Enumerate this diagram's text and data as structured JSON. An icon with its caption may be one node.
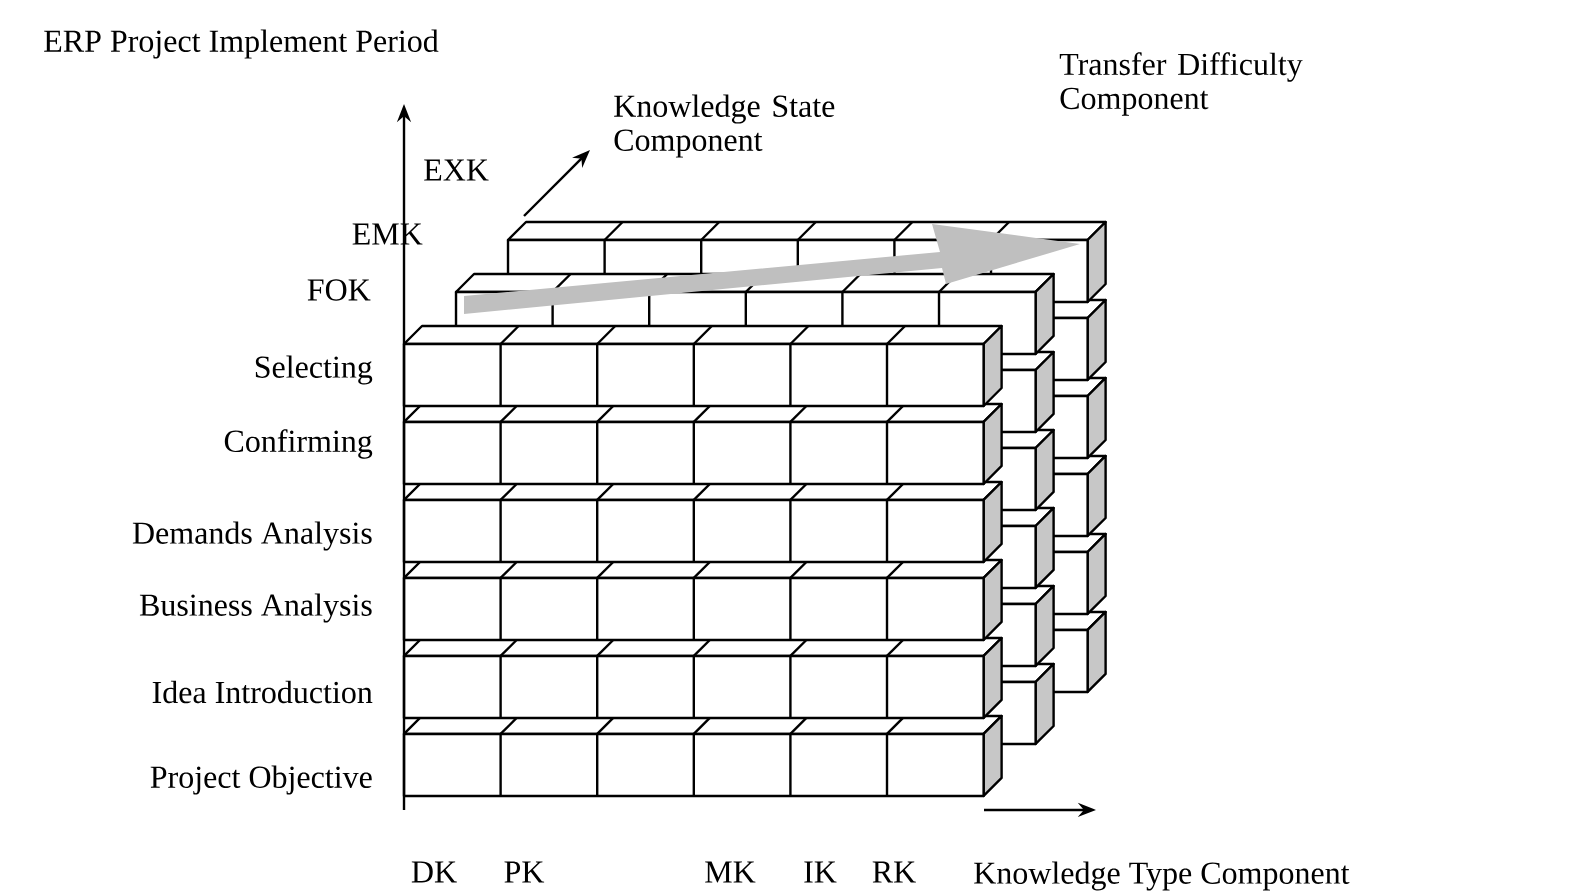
{
  "diagram": {
    "labels": [
      "ERP Project Implement Period",
      "Knowledge State Component",
      "Transfer Difficulty Component",
      "EXK",
      "EMK",
      "FOK",
      "Selecting",
      "Confirming",
      "Demands Analysis",
      "Business Analysis",
      "Idea Introduction",
      "Project Objective",
      "DK",
      "PK",
      "MK",
      "IK",
      "RK",
      "Knowledge Type Component"
    ]
  }
}
